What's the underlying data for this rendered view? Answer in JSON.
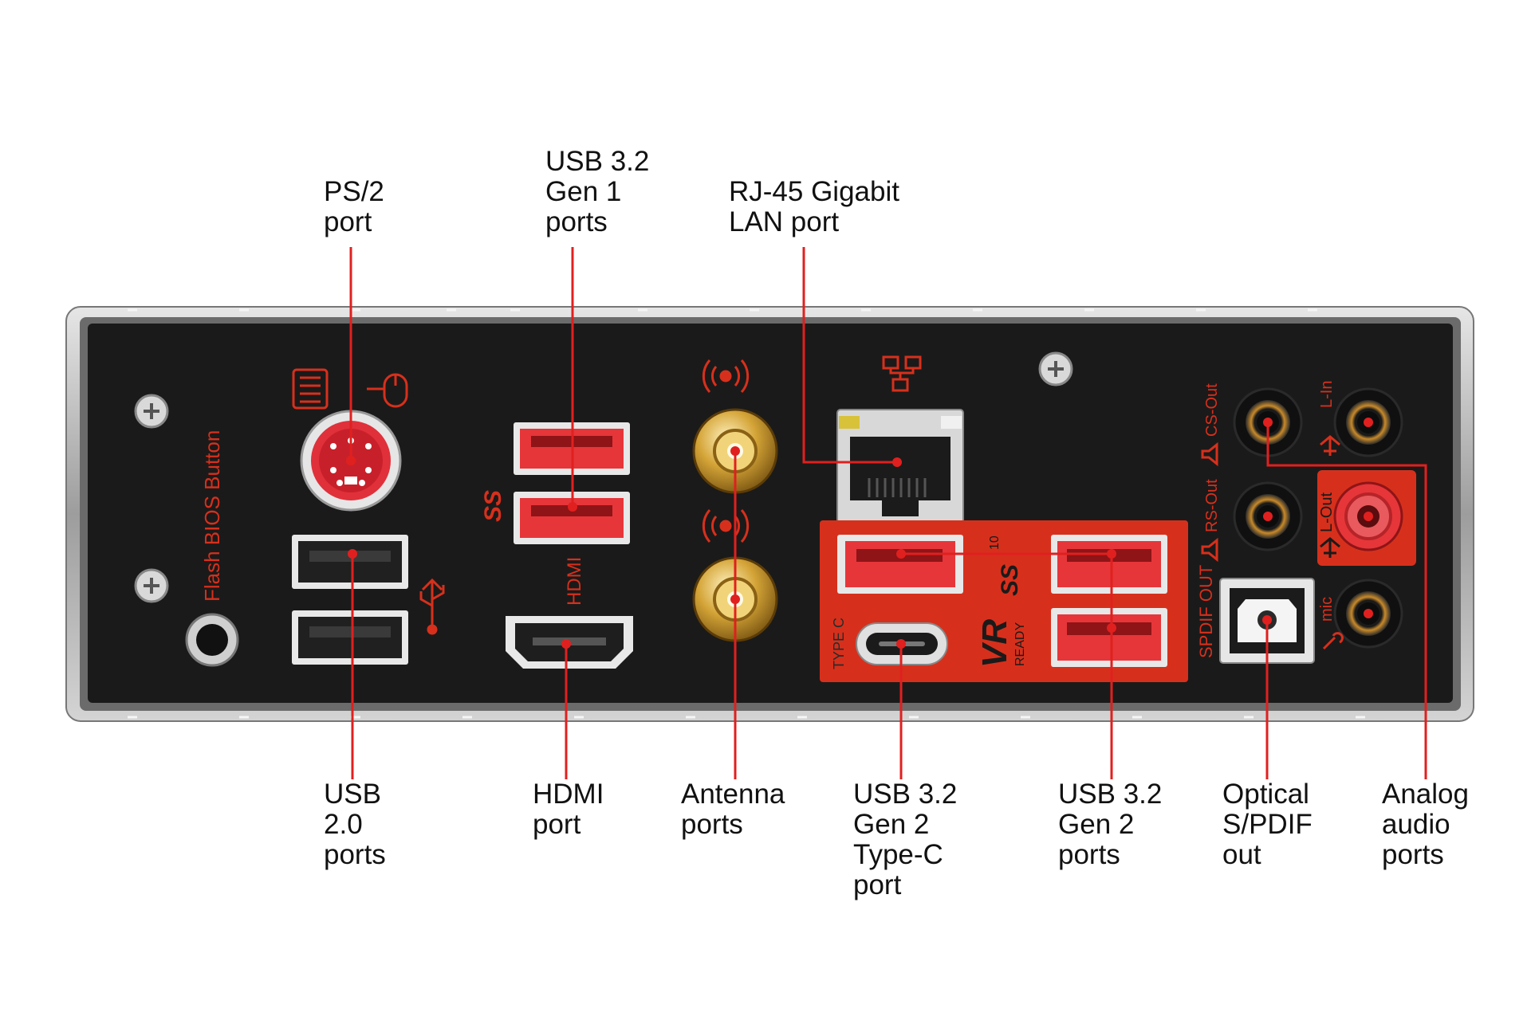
{
  "colors": {
    "leader": "#e0201f",
    "panel_black": "#1b1a1a",
    "accent_red": "#d6301c",
    "frame_steel": "#bdbdbd"
  },
  "callouts": {
    "ps2": "PS/2\nport",
    "usb32_gen1": "USB 3.2\nGen 1\nports",
    "rj45": "RJ-45 Gigabit\nLAN port",
    "usb20": "USB\n2.0\nports",
    "hdmi": "HDMI\nport",
    "antenna": "Antenna\nports",
    "usb32_gen2_typec": "USB 3.2\nGen 2\nType-C\nport",
    "usb32_gen2": "USB 3.2\nGen 2\nports",
    "optical": "Optical\nS/PDIF\nout",
    "analog_audio": "Analog\naudio\nports"
  },
  "panel_print": {
    "flash_bios": "Flash BIOS Button",
    "hdmi_mark": "HDMI",
    "type_c_mark": "TYPE C",
    "vr": "VR",
    "vr_ready": "READY",
    "ss": "SS",
    "ss10": "10",
    "spdif_out": "SPDIF OUT",
    "cs_out": "CS-Out",
    "rs_out": "RS-Out",
    "l_in": "L-In",
    "l_out": "L-Out",
    "mic": "mic"
  },
  "icons": [
    "keyboard-icon",
    "mouse-icon",
    "usb-icon",
    "superspeed-usb-icon",
    "network-icon",
    "antenna-icon",
    "speaker-icon",
    "microphone-icon",
    "headphone-icon"
  ]
}
